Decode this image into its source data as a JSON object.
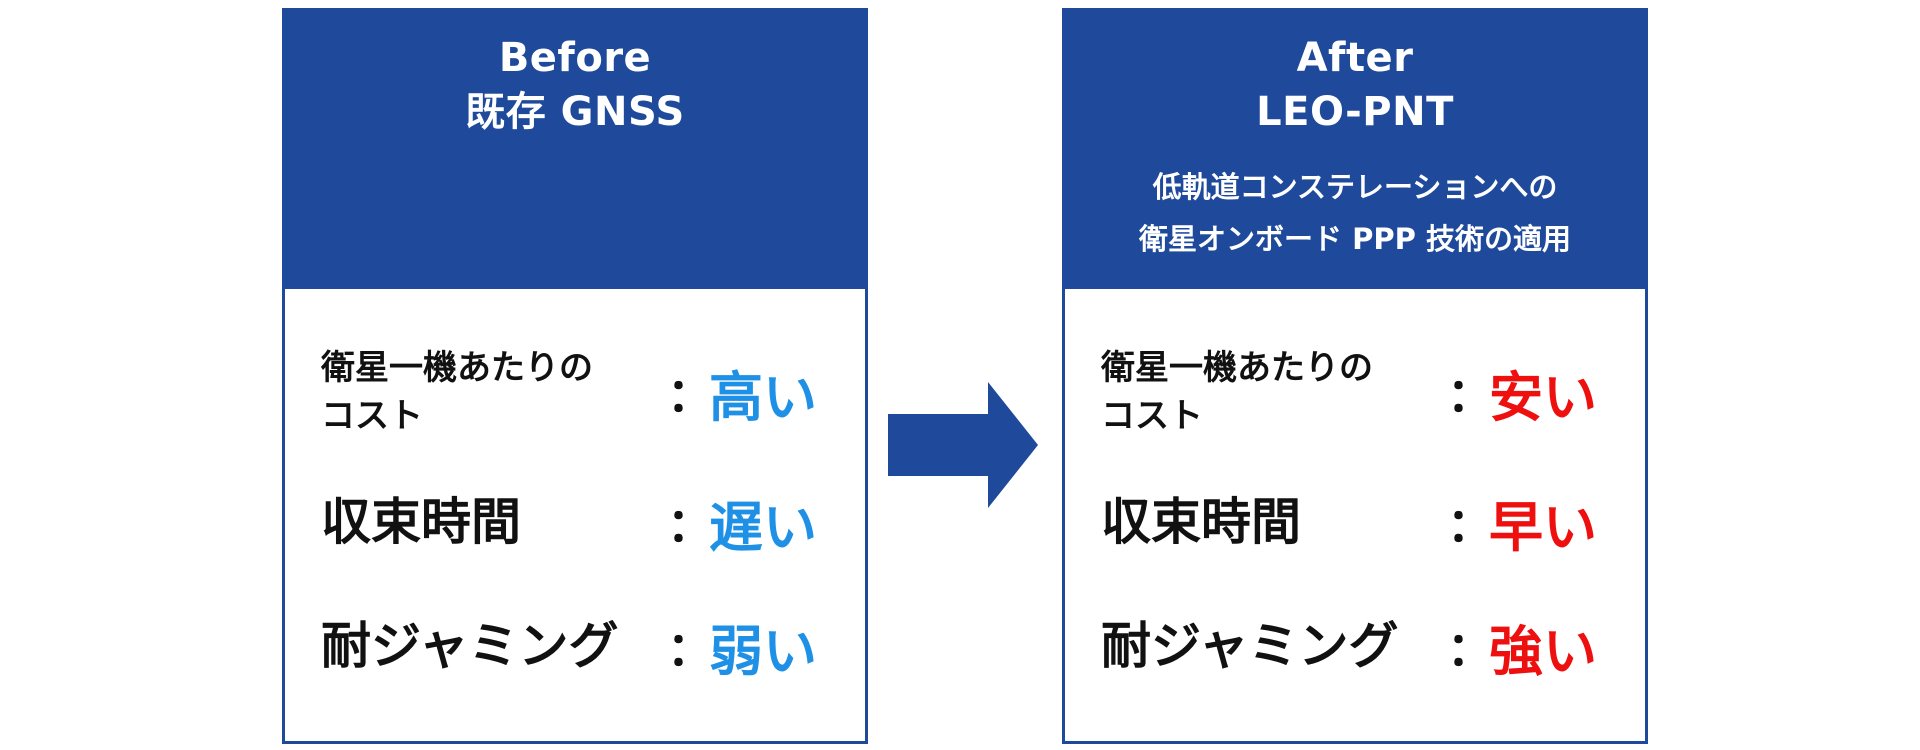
{
  "before": {
    "title_line1": "Before",
    "title_line2": "既存 GNSS",
    "rows": [
      {
        "label_line1": "衛星一機あたりの",
        "label_line2": "コスト",
        "colon": "：",
        "value": "高い"
      },
      {
        "label": "収束時間",
        "colon": "：",
        "value": "遅い"
      },
      {
        "label": "耐ジャミング",
        "colon": "：",
        "value": "弱い"
      }
    ]
  },
  "after": {
    "title_line1": "After",
    "title_line2": "LEO-PNT",
    "subtitle_line1": "低軌道コンステレーションへの",
    "subtitle_line2": "衛星オンボード PPP 技術の適用",
    "rows": [
      {
        "label_line1": "衛星一機あたりの",
        "label_line2": "コスト",
        "colon": "：",
        "value": "安い"
      },
      {
        "label": "収束時間",
        "colon": "：",
        "value": "早い"
      },
      {
        "label": "耐ジャミング",
        "colon": "：",
        "value": "強い"
      }
    ]
  },
  "colors": {
    "header": "#1f4a9c",
    "before_value": "#1e90e6",
    "after_value": "#ee0f0f"
  },
  "icons": {
    "arrow": "right-arrow-icon"
  }
}
